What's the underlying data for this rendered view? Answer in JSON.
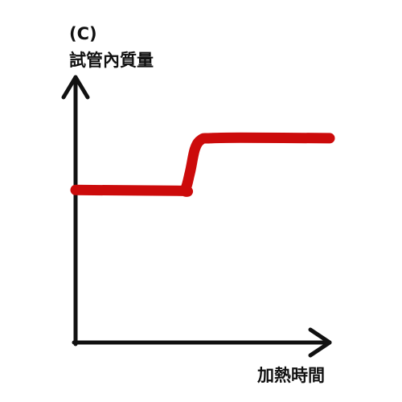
{
  "chart_data": {
    "type": "line",
    "panel_label": "(C)",
    "xlabel": "加熱時間",
    "ylabel": "試管內質量",
    "xlim": [
      0,
      10
    ],
    "ylim": [
      0,
      10
    ],
    "grid": false,
    "ticks": false,
    "series": [
      {
        "color": "#cc0b0b",
        "x": [
          0,
          4.0,
          4.3,
          4.5,
          4.7,
          4.95,
          5.3,
          6.5,
          10
        ],
        "y": [
          5.75,
          5.72,
          5.75,
          6.4,
          7.3,
          7.65,
          7.7,
          7.72,
          7.7
        ]
      }
    ]
  }
}
